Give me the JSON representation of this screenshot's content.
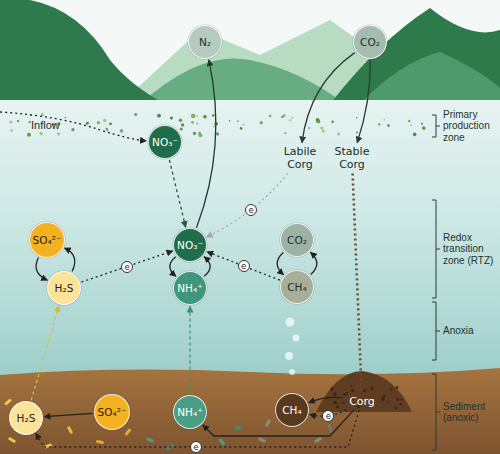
{
  "diagram": {
    "nodes": [
      {
        "text": [
          "N₂"
        ]
      },
      {
        "text": [
          "CO₂"
        ]
      },
      {
        "text": [
          "NO₃⁻"
        ]
      },
      {
        "text": [
          "Labile Corg"
        ]
      },
      {
        "text": [
          "Stable Corg"
        ]
      },
      {
        "text": [
          "SO₄²⁻"
        ]
      },
      {
        "text": [
          "NO₃⁻"
        ]
      },
      {
        "text": [
          "CO₂"
        ]
      },
      {
        "text": [
          "H₂S"
        ]
      },
      {
        "text": [
          "NH₄⁺"
        ]
      },
      {
        "text": [
          "CH₄"
        ]
      },
      {
        "text": [
          "H₂S"
        ]
      },
      {
        "text": [
          "SO₄²⁻"
        ]
      },
      {
        "text": [
          "NH₄⁺"
        ]
      },
      {
        "text": [
          "CH₄"
        ]
      },
      {
        "text": [
          "Corg"
        ]
      }
    ],
    "edges": [
      {
        "from": 2,
        "to": 6,
        "arrow": "to"
      },
      {
        "from": 6,
        "to": 0,
        "arrow": "to"
      },
      {
        "from": 1,
        "to": 3,
        "arrow": "to"
      },
      {
        "from": 1,
        "to": 4,
        "arrow": "to"
      },
      {
        "from": 3,
        "to": 6,
        "label": "e",
        "arrow": "to"
      },
      {
        "from": 4,
        "to": 15,
        "arrow": "none"
      },
      {
        "from": 5,
        "to": 8,
        "arrow": "to"
      },
      {
        "from": 8,
        "to": 5,
        "arrow": "to"
      },
      {
        "from": 8,
        "to": 6,
        "label": "e",
        "arrow": "to"
      },
      {
        "from": 6,
        "to": 9,
        "arrow": "to"
      },
      {
        "from": 9,
        "to": 6,
        "arrow": "to"
      },
      {
        "from": 10,
        "to": 7,
        "arrow": "to"
      },
      {
        "from": 7,
        "to": 10,
        "arrow": "to"
      },
      {
        "from": 10,
        "to": 6,
        "label": "e",
        "arrow": "to"
      },
      {
        "from": 13,
        "to": 9,
        "arrow": "to"
      },
      {
        "from": 11,
        "to": 8,
        "arrow": "to"
      },
      {
        "from": 12,
        "to": 11,
        "arrow": "to"
      },
      {
        "from": 15,
        "to": 14,
        "arrow": "to"
      },
      {
        "from": 15,
        "to": 14,
        "label": "e",
        "arrow": "to"
      },
      {
        "from": 15,
        "to": 13,
        "arrow": "to"
      },
      {
        "from": 15,
        "to": 11,
        "label": "e",
        "arrow": "to"
      }
    ],
    "labels": [
      "Inflow",
      "Primary production zone",
      "Redox transition zone (RTZ)",
      "Anoxia",
      "Sediment (anoxic)"
    ]
  }
}
